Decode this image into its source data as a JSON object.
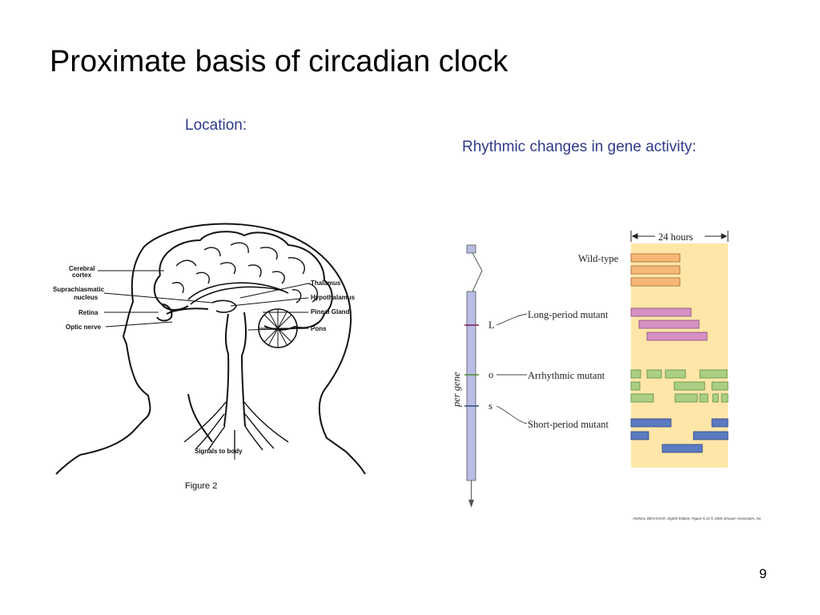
{
  "slide": {
    "title": "Proximate basis of circadian clock",
    "location_label": "Location:",
    "rhythm_label": "Rhythmic changes in gene activity:",
    "page_number": "9",
    "accent_color": "#2e3a8c"
  },
  "brain_figure": {
    "labels_left": [
      "Cerebral",
      "cortex",
      "Suprachiasmatic",
      "nucleus",
      "Retina",
      "Optic nerve"
    ],
    "labels_right": [
      "Thalamus",
      "Hypothalamus",
      "Pineal Gland",
      "Pons"
    ],
    "bottom_label": "Signals to body",
    "caption": "Figure 2"
  },
  "gene_figure": {
    "gene_axis_label": "per gene",
    "period_label": "24 hours",
    "markers": [
      "L",
      "o",
      "s"
    ],
    "rows": [
      {
        "name": "Wild-type",
        "color": "#f6b878",
        "stroke": "#a8692c"
      },
      {
        "name": "Long-period mutant",
        "color": "#d691c4",
        "stroke": "#8a4a78"
      },
      {
        "name": "Arrhythmic mutant",
        "color": "#a9cf84",
        "stroke": "#5f8a3d"
      },
      {
        "name": "Short-period mutant",
        "color": "#5b7bc0",
        "stroke": "#2d4681"
      }
    ],
    "panel_color": "#fde6a8",
    "credit": "ANIMAL BEHAVIOR, Eighth Edition, Figure 5.10  © 2005 Sinauer Associates, Inc."
  }
}
